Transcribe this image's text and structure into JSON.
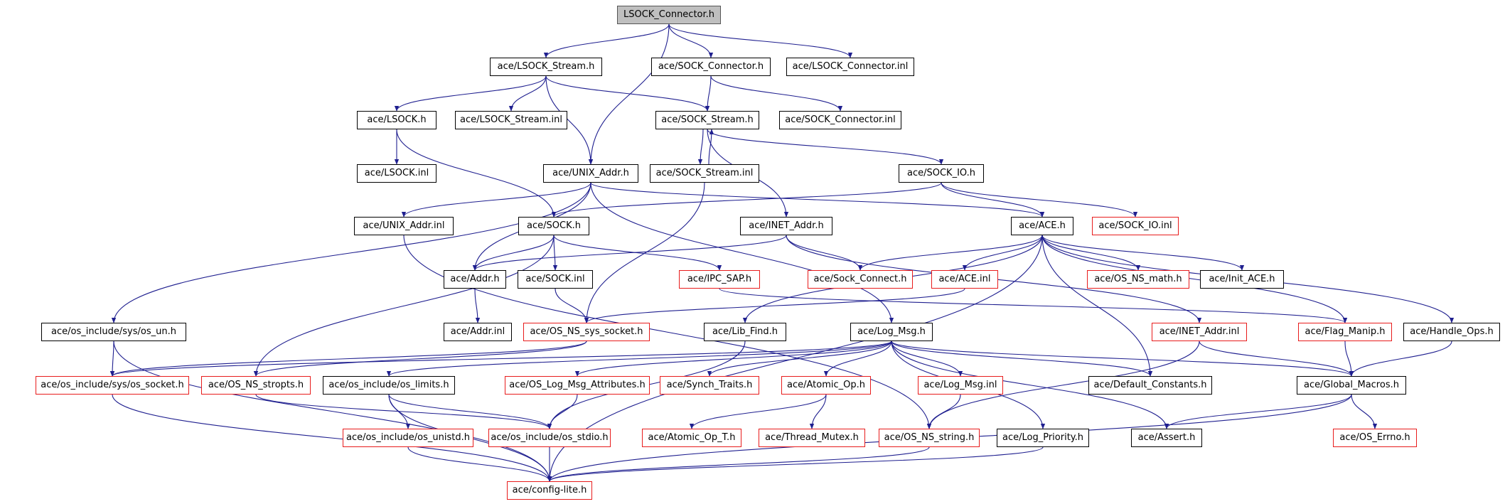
{
  "colors": {
    "edge": "#1f1f8f",
    "border_default": "#000000",
    "border_incomplete": "#e81c1c",
    "root_fill": "#bfbfbf"
  },
  "nodes": {
    "n0": {
      "label": "LSOCK_Connector.h"
    },
    "n1": {
      "label": "ace/LSOCK_Stream.h"
    },
    "n2": {
      "label": "ace/SOCK_Connector.h"
    },
    "n3": {
      "label": "ace/LSOCK_Connector.inl"
    },
    "n4": {
      "label": "ace/LSOCK.h"
    },
    "n5": {
      "label": "ace/LSOCK_Stream.inl"
    },
    "n6": {
      "label": "ace/SOCK_Stream.h"
    },
    "n7": {
      "label": "ace/SOCK_Connector.inl"
    },
    "n8": {
      "label": "ace/LSOCK.inl"
    },
    "n9": {
      "label": "ace/UNIX_Addr.h"
    },
    "n10": {
      "label": "ace/SOCK_Stream.inl"
    },
    "n11": {
      "label": "ace/SOCK_IO.h"
    },
    "n12": {
      "label": "ace/UNIX_Addr.inl"
    },
    "n13": {
      "label": "ace/SOCK.h"
    },
    "n14": {
      "label": "ace/INET_Addr.h"
    },
    "n15": {
      "label": "ace/ACE.h"
    },
    "n16": {
      "label": "ace/SOCK_IO.inl"
    },
    "n17": {
      "label": "ace/Addr.h"
    },
    "n18": {
      "label": "ace/SOCK.inl"
    },
    "n19": {
      "label": "ace/IPC_SAP.h"
    },
    "n20": {
      "label": "ace/Sock_Connect.h"
    },
    "n21": {
      "label": "ace/ACE.inl"
    },
    "n22": {
      "label": "ace/OS_NS_math.h"
    },
    "n23": {
      "label": "ace/Init_ACE.h"
    },
    "n24": {
      "label": "ace/os_include/sys/os_un.h"
    },
    "n25": {
      "label": "ace/Addr.inl"
    },
    "n26": {
      "label": "ace/OS_NS_sys_socket.h"
    },
    "n27": {
      "label": "ace/Lib_Find.h"
    },
    "n28": {
      "label": "ace/Log_Msg.h"
    },
    "n29": {
      "label": "ace/INET_Addr.inl"
    },
    "n30": {
      "label": "ace/Flag_Manip.h"
    },
    "n31": {
      "label": "ace/Handle_Ops.h"
    },
    "n32": {
      "label": "ace/os_include/sys/os_socket.h"
    },
    "n33": {
      "label": "ace/OS_NS_stropts.h"
    },
    "n34": {
      "label": "ace/os_include/os_limits.h"
    },
    "n35": {
      "label": "ace/OS_Log_Msg_Attributes.h"
    },
    "n36": {
      "label": "ace/Synch_Traits.h"
    },
    "n37": {
      "label": "ace/Atomic_Op.h"
    },
    "n38": {
      "label": "ace/Log_Msg.inl"
    },
    "n39": {
      "label": "ace/Default_Constants.h"
    },
    "n40": {
      "label": "ace/Global_Macros.h"
    },
    "n41": {
      "label": "ace/os_include/os_unistd.h"
    },
    "n42": {
      "label": "ace/os_include/os_stdio.h"
    },
    "n43": {
      "label": "ace/Atomic_Op_T.h"
    },
    "n44": {
      "label": "ace/Thread_Mutex.h"
    },
    "n45": {
      "label": "ace/OS_NS_string.h"
    },
    "n46": {
      "label": "ace/Log_Priority.h"
    },
    "n47": {
      "label": "ace/Assert.h"
    },
    "n48": {
      "label": "ace/OS_Errno.h"
    },
    "n49": {
      "label": "ace/config-lite.h"
    }
  },
  "edges": [
    [
      "n0",
      "n1"
    ],
    [
      "n0",
      "n2"
    ],
    [
      "n0",
      "n3"
    ],
    [
      "n0",
      "n9"
    ],
    [
      "n1",
      "n4"
    ],
    [
      "n1",
      "n5"
    ],
    [
      "n1",
      "n6"
    ],
    [
      "n1",
      "n9"
    ],
    [
      "n2",
      "n6"
    ],
    [
      "n2",
      "n7"
    ],
    [
      "n4",
      "n8"
    ],
    [
      "n4",
      "n13"
    ],
    [
      "n6",
      "n10"
    ],
    [
      "n10",
      "n6"
    ],
    [
      "n6",
      "n11"
    ],
    [
      "n6",
      "n14"
    ],
    [
      "n10",
      "n26"
    ],
    [
      "n9",
      "n12"
    ],
    [
      "n9",
      "n24"
    ],
    [
      "n9",
      "n17"
    ],
    [
      "n9",
      "n15"
    ],
    [
      "n9",
      "n28"
    ],
    [
      "n12",
      "n45"
    ],
    [
      "n11",
      "n13"
    ],
    [
      "n11",
      "n15"
    ],
    [
      "n11",
      "n16"
    ],
    [
      "n13",
      "n17"
    ],
    [
      "n13",
      "n18"
    ],
    [
      "n13",
      "n19"
    ],
    [
      "n13",
      "n33"
    ],
    [
      "n14",
      "n17"
    ],
    [
      "n14",
      "n20"
    ],
    [
      "n14",
      "n29"
    ],
    [
      "n15",
      "n20"
    ],
    [
      "n15",
      "n21"
    ],
    [
      "n15",
      "n22"
    ],
    [
      "n15",
      "n23"
    ],
    [
      "n15",
      "n27"
    ],
    [
      "n15",
      "n30"
    ],
    [
      "n15",
      "n31"
    ],
    [
      "n15",
      "n39"
    ],
    [
      "n15",
      "n49"
    ],
    [
      "n17",
      "n25"
    ],
    [
      "n18",
      "n26"
    ],
    [
      "n19",
      "n30"
    ],
    [
      "n21",
      "n26"
    ],
    [
      "n24",
      "n32"
    ],
    [
      "n24",
      "n49"
    ],
    [
      "n26",
      "n32"
    ],
    [
      "n26",
      "n33"
    ],
    [
      "n27",
      "n42"
    ],
    [
      "n28",
      "n34"
    ],
    [
      "n28",
      "n35"
    ],
    [
      "n28",
      "n36"
    ],
    [
      "n28",
      "n37"
    ],
    [
      "n28",
      "n38"
    ],
    [
      "n28",
      "n39"
    ],
    [
      "n28",
      "n40"
    ],
    [
      "n28",
      "n46"
    ],
    [
      "n28",
      "n47"
    ],
    [
      "n28",
      "n32"
    ],
    [
      "n29",
      "n40"
    ],
    [
      "n29",
      "n45"
    ],
    [
      "n30",
      "n40"
    ],
    [
      "n31",
      "n40"
    ],
    [
      "n32",
      "n49"
    ],
    [
      "n33",
      "n42"
    ],
    [
      "n34",
      "n41"
    ],
    [
      "n34",
      "n42"
    ],
    [
      "n34",
      "n49"
    ],
    [
      "n35",
      "n42"
    ],
    [
      "n37",
      "n43"
    ],
    [
      "n37",
      "n44"
    ],
    [
      "n38",
      "n45"
    ],
    [
      "n40",
      "n47"
    ],
    [
      "n40",
      "n48"
    ],
    [
      "n40",
      "n49"
    ],
    [
      "n41",
      "n49"
    ],
    [
      "n42",
      "n49"
    ],
    [
      "n45",
      "n49"
    ],
    [
      "n46",
      "n49"
    ]
  ]
}
